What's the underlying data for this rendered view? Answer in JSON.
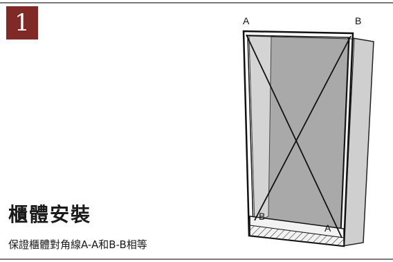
{
  "step": {
    "number": "1"
  },
  "title": "櫃體安裝",
  "subtitle": "保證櫃體對角線A-A和B-B相等",
  "diagram": {
    "corner_labels": {
      "top_left": "A",
      "top_right": "B",
      "bottom_left": "B",
      "bottom_right": "A"
    }
  }
}
